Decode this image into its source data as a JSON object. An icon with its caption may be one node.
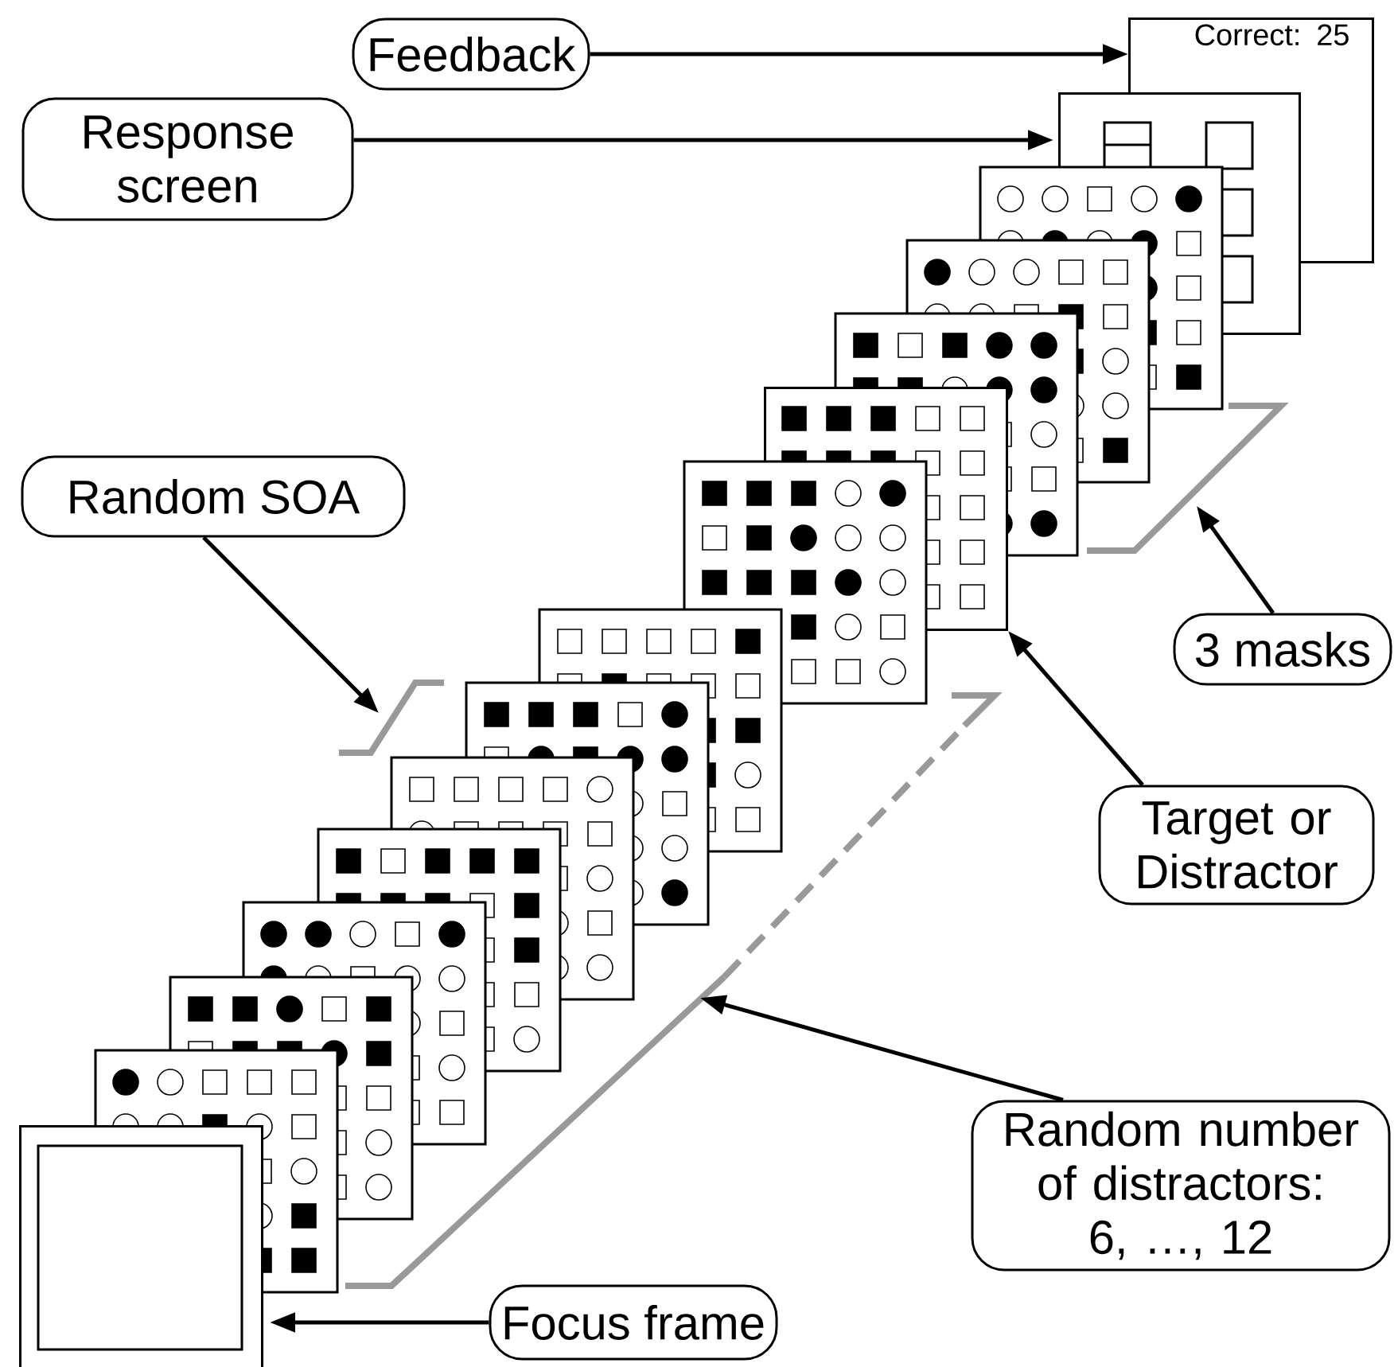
{
  "diagram": {
    "nodes": [
      {
        "text": [
          "Feedback"
        ]
      },
      {
        "text": [
          "Response screen"
        ]
      },
      {
        "text": [
          "Correct: 25"
        ]
      },
      {
        "text": [],
        "shape": "box"
      },
      {
        "text": [
          "Random SOA"
        ]
      },
      {
        "text": [
          "3 masks"
        ]
      },
      {
        "text": [],
        "shape": "box"
      },
      {
        "text": [
          "Target or Distractor"
        ]
      },
      {
        "text": [
          "Random number of distractors: 6, …, 12"
        ]
      },
      {
        "text": [
          "Focus frame"
        ]
      },
      {
        "text": [],
        "shape": "box"
      }
    ],
    "edges": [
      {
        "from": 0,
        "to": 2,
        "arrow": "to"
      },
      {
        "from": 1,
        "to": 3,
        "arrow": "to"
      },
      {
        "from": 4,
        "to": null,
        "arrow": "to"
      },
      {
        "from": 5,
        "to": null,
        "arrow": "to"
      },
      {
        "from": 7,
        "to": 6,
        "arrow": "to"
      },
      {
        "from": 8,
        "to": null,
        "arrow": "to"
      },
      {
        "from": 9,
        "to": 10,
        "arrow": "to"
      }
    ]
  }
}
